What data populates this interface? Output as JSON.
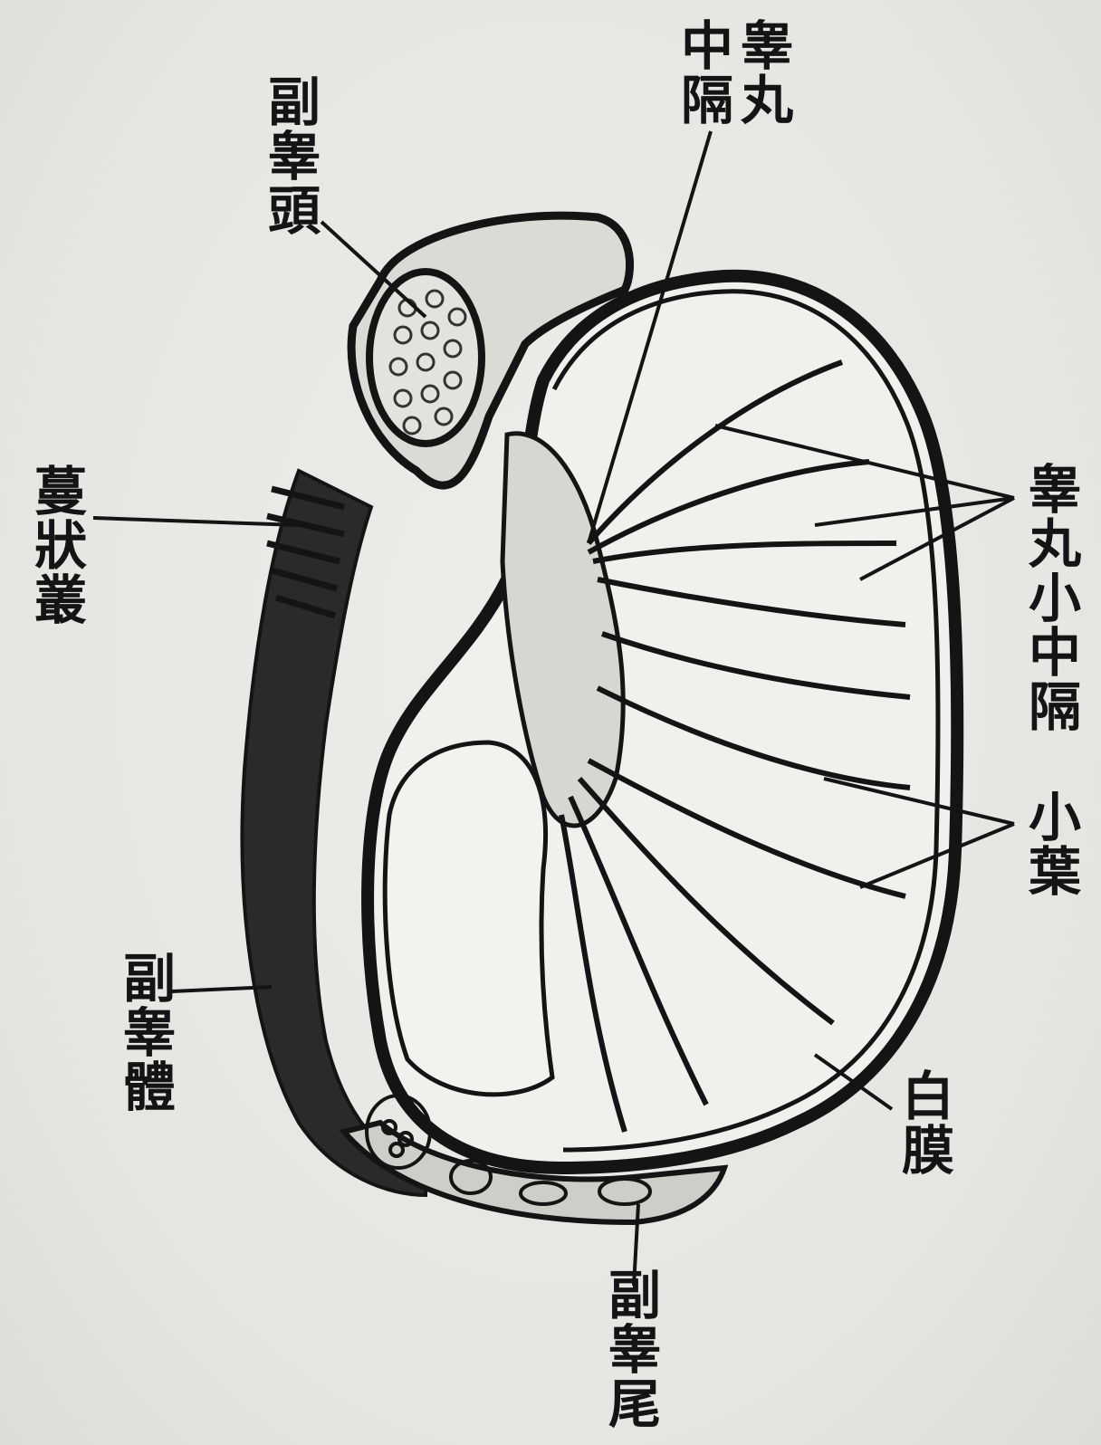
{
  "labels": {
    "epididymis_head": "副睾頭",
    "mediastinum_testis_col1": "睾丸",
    "mediastinum_testis_col2": "中隔",
    "pampiniform_plexus": "蔓狀叢",
    "septula_testis": "睾丸小中隔",
    "lobules": "小葉",
    "epididymis_body": "副睾體",
    "tunica_albuginea": "白膜",
    "epididymis_tail": "副睾尾"
  },
  "colors": {
    "ink": "#141414",
    "paper": "#e9e8e4",
    "tissue": "#f1f0ec"
  }
}
